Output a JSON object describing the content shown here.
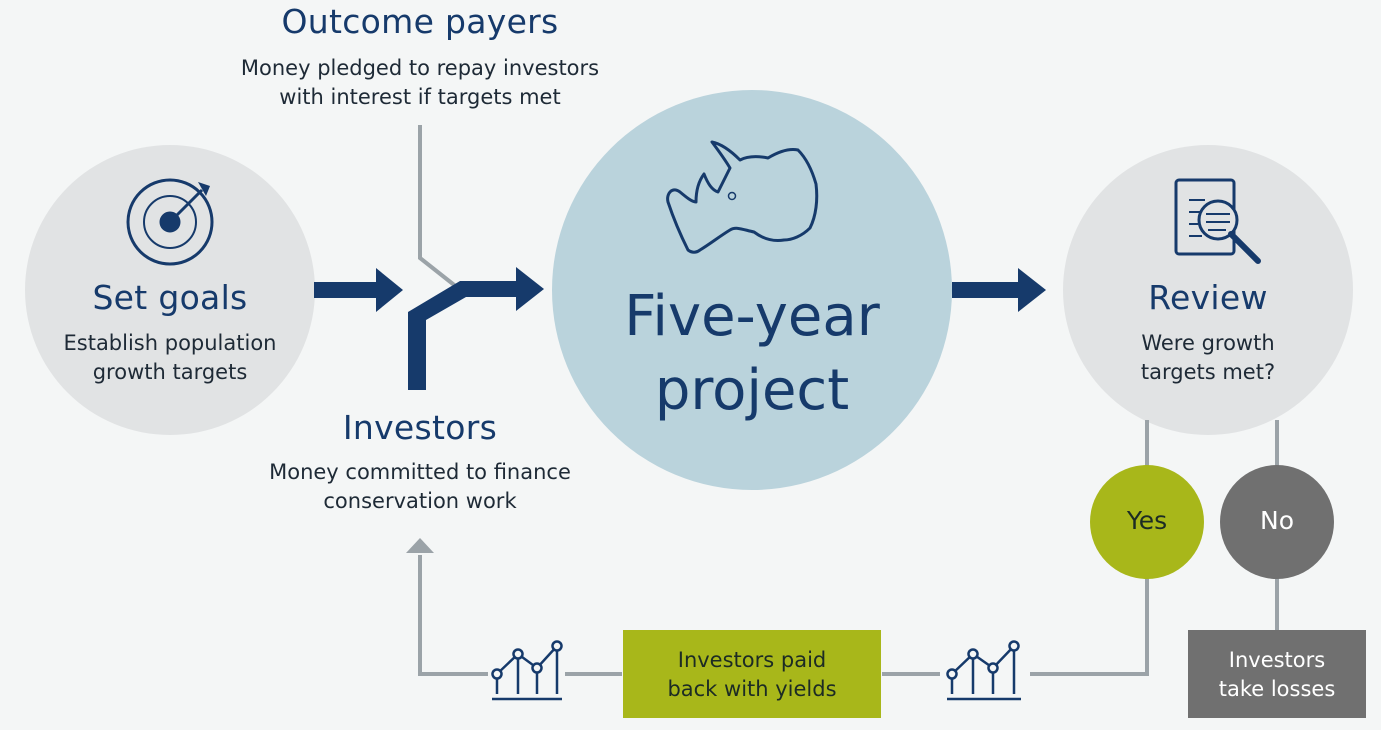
{
  "outcome_payers": {
    "title": "Outcome payers",
    "line1": "Money pledged to repay investors",
    "line2": "with interest if targets met"
  },
  "set_goals": {
    "title": "Set goals",
    "line1": "Establish population",
    "line2": "growth targets",
    "icon": "target-icon"
  },
  "investors": {
    "title": "Investors",
    "line1": "Money committed to finance",
    "line2": "conservation work"
  },
  "project": {
    "line1": "Five-year",
    "line2": "project",
    "icon": "rhino-icon"
  },
  "review": {
    "title": "Review",
    "line1": "Were growth",
    "line2": "targets met?",
    "icon": "document-search-icon"
  },
  "outcomes": {
    "yes": "Yes",
    "no": "No"
  },
  "paid_back": {
    "line1": "Investors paid",
    "line2": "back with yields"
  },
  "losses": {
    "line1": "Investors",
    "line2": "take losses"
  },
  "colors": {
    "navy": "#163a6b",
    "circle_grey": "#e1e3e4",
    "project_blue": "#bad3dc",
    "yes_green": "#a8b71a",
    "no_grey": "#707070",
    "connector_grey": "#9ba3a8"
  }
}
